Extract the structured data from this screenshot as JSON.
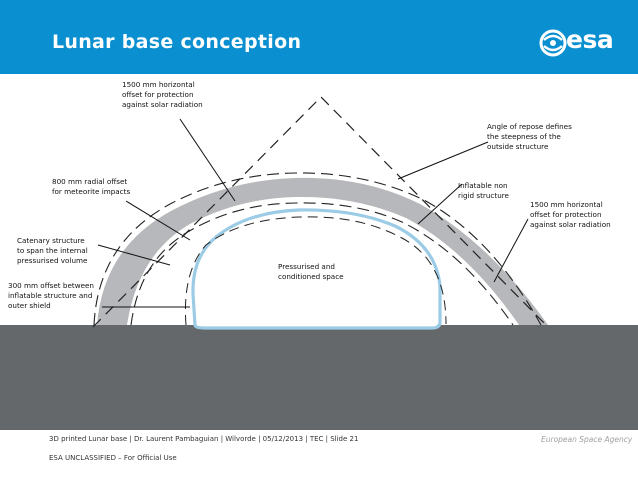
{
  "header": {
    "title": "Lunar base conception",
    "logo_text": "esa",
    "bg_color": "#0a8fd0"
  },
  "diagram": {
    "ground_color": "#65686a",
    "shield_color": "#b7b8bb",
    "inflatable_color": "#9ccbe6",
    "labels": {
      "top_offset": [
        "1500 mm horizontal",
        "offset for protection",
        "against solar radiation"
      ],
      "repose": [
        "Angle of repose defines",
        "the steepness of the",
        "outside structure"
      ],
      "radial_offset": [
        "800 mm radial offset",
        "for meteorite impacts"
      ],
      "inflatable": [
        "Inflatable non",
        "rigid structure"
      ],
      "right_offset": [
        "1500 mm horizontal",
        "offset for protection",
        "against solar radiation"
      ],
      "catenary": [
        "Catenary structure",
        "to span the internal",
        "pressurised volume"
      ],
      "pressurised": [
        "Pressurised and",
        "conditioned space"
      ],
      "offset_300": [
        "300 mm offset between",
        "inflatable structure and",
        "outer shield"
      ]
    }
  },
  "footer": {
    "line": "3D printed Lunar base | Dr. Laurent Pambaguian | Wilvorde | 05/12/2013 | TEC | Slide  21",
    "classification": "ESA UNCLASSIFIED – For Official Use",
    "agency": "European Space Agency"
  }
}
